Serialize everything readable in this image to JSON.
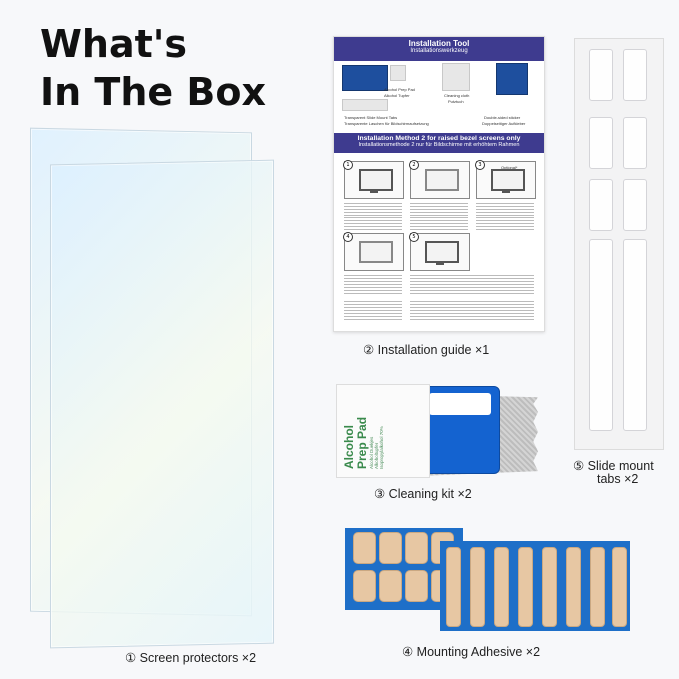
{
  "headline": {
    "line1": "What's",
    "line2": "In The Box"
  },
  "items": [
    {
      "label": "① Screen protectors ×2"
    },
    {
      "label": "② Installation guide ×1"
    },
    {
      "label": "③ Cleaning kit ×2"
    },
    {
      "label": "④ Mounting Adhesive ×2"
    },
    {
      "label": "⑤ Slide mount",
      "label2": "tabs  ×2"
    }
  ],
  "guide": {
    "title": "Installation Tool",
    "subtitle": "Installationswerkzeug",
    "method_title": "Installation Method 2 for raised bezel screens only",
    "method_subtitle": "Installationsmethode 2 nur für Bildschirme mit erhöhtem Rahmen",
    "tool_prep": "Alcohol Prep Pad",
    "tool_prep_de": "Alkohol Tupfer",
    "tool_cloth": "Cleaning cloth",
    "tool_cloth_de": "Putztuch",
    "tool_slide": "Transparent Slide Mount Tabs",
    "tool_slide_de": "Transparente Laschen für Bildschirmaufsetzung",
    "tool_sticker": "Double-sided sticker",
    "tool_sticker_de": "Doppelseitiger Aufkleber",
    "step3_label": "Optional*"
  },
  "prep_pad": {
    "title_line1": "Alcohol",
    "title_line2": "Prep Pad",
    "small1": "Alcohol Duekjes",
    "small2": "Alkoholtupfer",
    "small3": "Isopropylalkohol 70%"
  },
  "colors": {
    "guide_bar": "#3e3b8f",
    "squeegee": "#1463d0",
    "adhesive_sheet": "#1e6fc8",
    "adhesive_pad": "#e7c7a3",
    "prep_text": "#3a8a4c"
  }
}
